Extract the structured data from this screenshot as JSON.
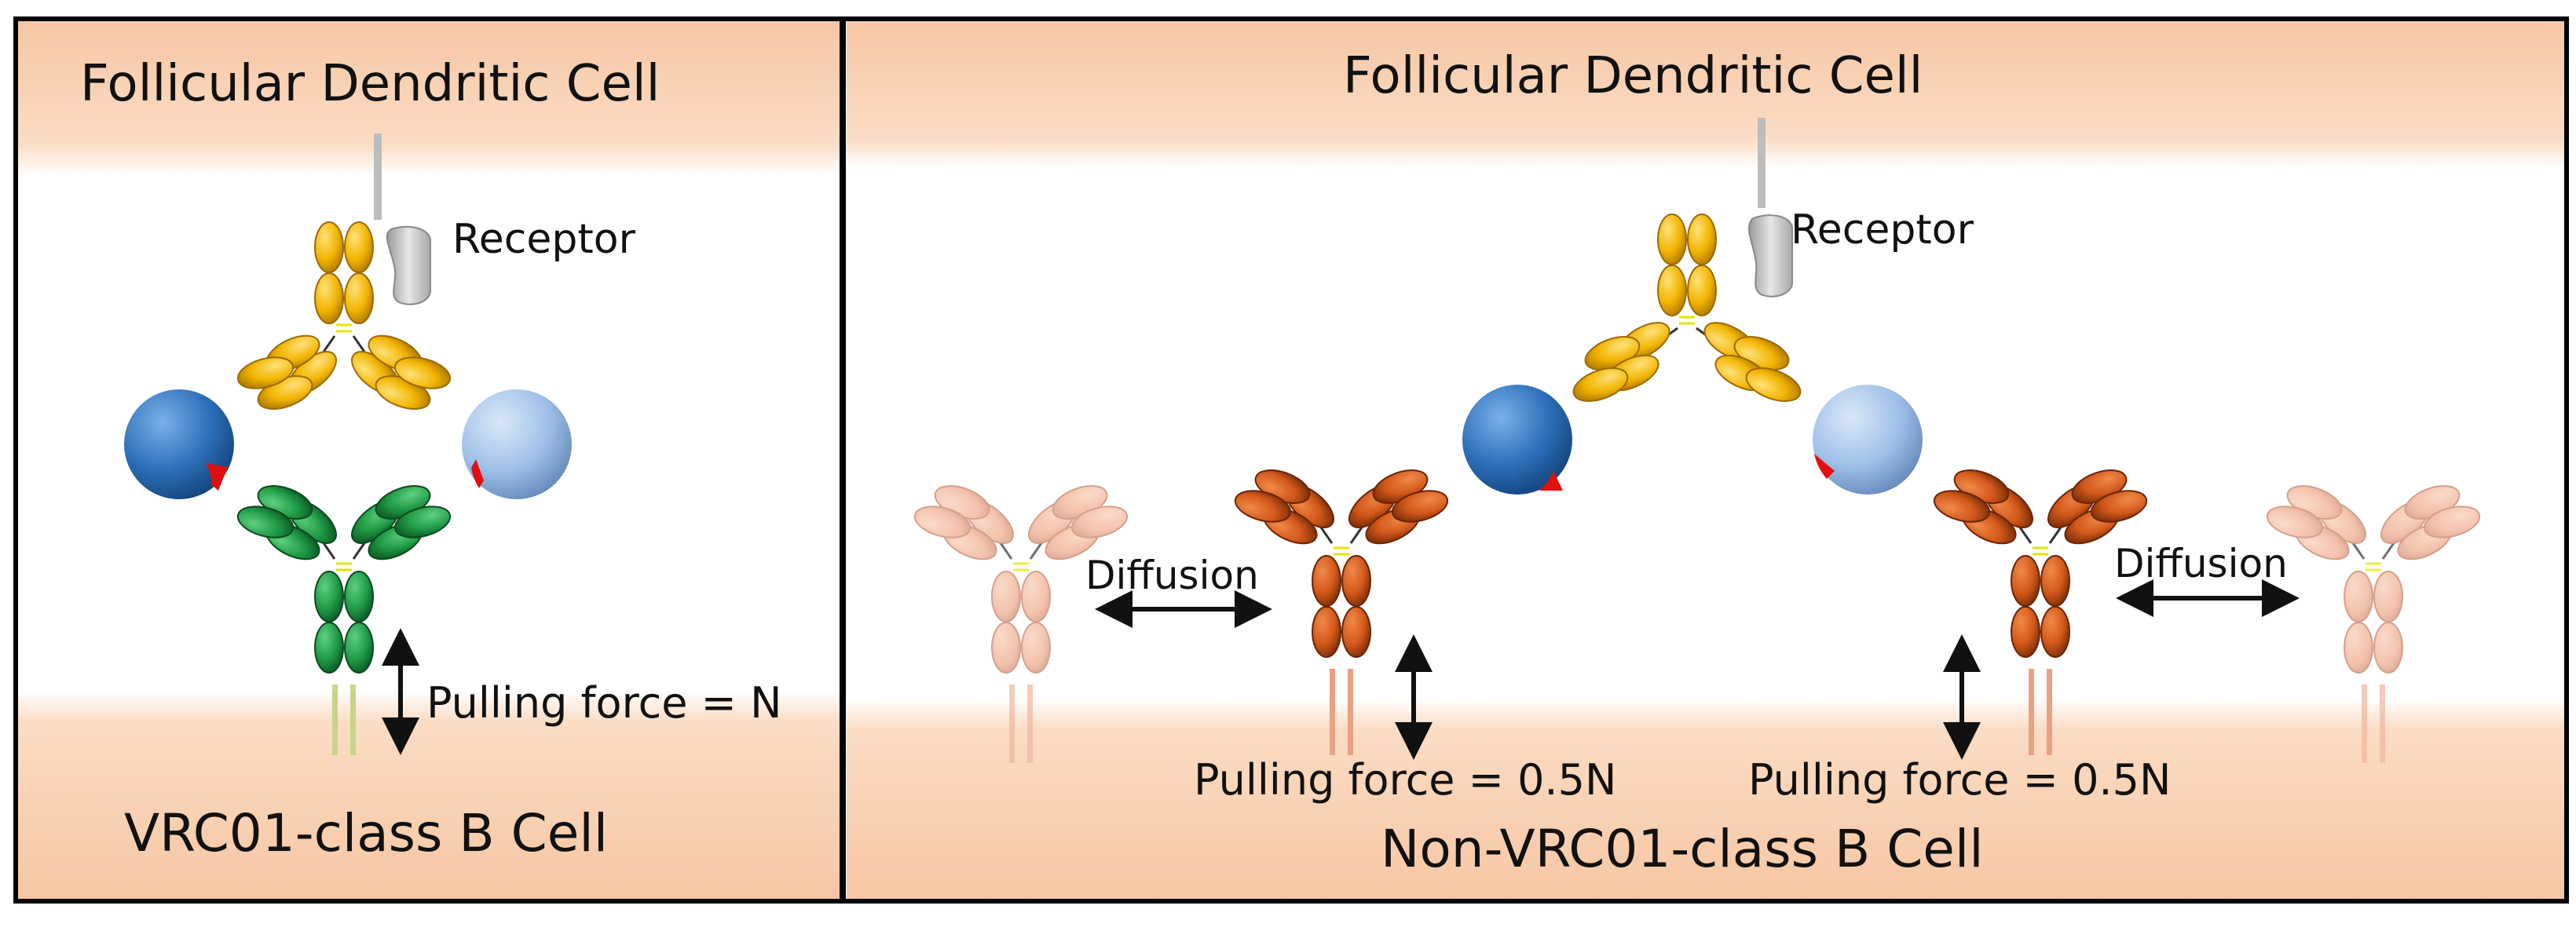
{
  "left_panel": {
    "top_cell": "Follicular Dendritic Cell",
    "receptor": "Receptor",
    "force": "Pulling force = N",
    "bottom_cell": "VRC01-class B Cell"
  },
  "right_panel": {
    "top_cell": "Follicular Dendritic Cell",
    "receptor": "Receptor",
    "diffusion_left": "Diffusion",
    "diffusion_right": "Diffusion",
    "force_left": "Pulling force = 0.5N",
    "force_right": "Pulling force = 0.5N",
    "bottom_cell": "Non-VRC01-class B Cell"
  },
  "colors": {
    "membrane": "#f8c9a6",
    "antigen_ab": "#f2b400",
    "vrc01_bcr": "#1f9a45",
    "non_vrc01_bcr": "#d2581a",
    "free_bcr": "#f0a882",
    "antigen_dark": "#2c6fb8",
    "antigen_light": "#8fb4e3",
    "epitope": "#e01010",
    "receptor": "#c8c8c8"
  }
}
